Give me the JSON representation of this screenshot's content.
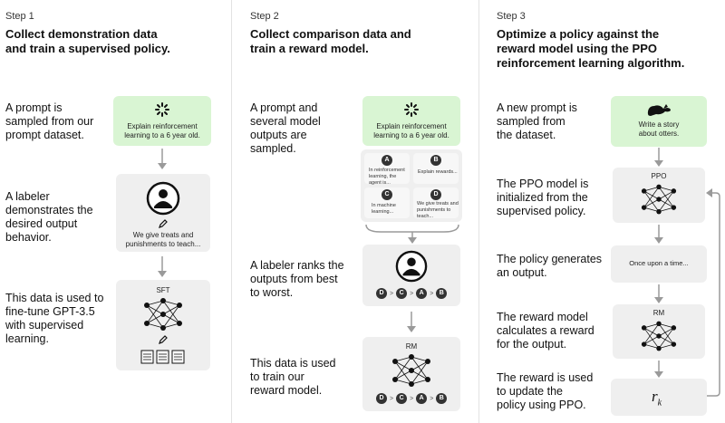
{
  "step1": {
    "label": "Step 1",
    "title": [
      "Collect demonstration data",
      "and train a supervised policy."
    ],
    "desc1": [
      "A prompt is",
      "sampled from our",
      "prompt dataset."
    ],
    "prompt": [
      "Explain reinforcement",
      "learning to a 6 year old."
    ],
    "desc2": [
      "A labeler",
      "demonstrates the",
      "desired output",
      "behavior."
    ],
    "demo_text": [
      "We give treats and",
      "punishments to teach..."
    ],
    "desc3": [
      "This data is used to",
      "fine-tune GPT-3.5",
      "with supervised",
      "learning."
    ],
    "model_label": "SFT"
  },
  "step2": {
    "label": "Step 2",
    "title": [
      "Collect comparison data and",
      "train a reward model."
    ],
    "desc1": [
      "A prompt and",
      "several model",
      "outputs are",
      "sampled."
    ],
    "prompt": [
      "Explain reinforcement",
      "learning to a 6 year old."
    ],
    "outputs": [
      {
        "letter": "A",
        "text": [
          "In reinforcement",
          "learning, the",
          "agent is..."
        ]
      },
      {
        "letter": "B",
        "text": [
          "Explain rewards..."
        ]
      },
      {
        "letter": "C",
        "text": [
          "In machine",
          "learning..."
        ]
      },
      {
        "letter": "D",
        "text": [
          "We give treats and",
          "punishments to",
          "teach..."
        ]
      }
    ],
    "desc2": [
      "A labeler ranks the",
      "outputs from best",
      "to worst."
    ],
    "ranking": [
      "D",
      "C",
      "A",
      "B"
    ],
    "desc3": [
      "This data is used",
      "to train our",
      "reward model."
    ],
    "model_label": "RM"
  },
  "step3": {
    "label": "Step 3",
    "title": [
      "Optimize a policy against the",
      "reward model using the PPO",
      "reinforcement learning algorithm."
    ],
    "desc1": [
      "A new prompt is",
      "sampled from",
      "the dataset."
    ],
    "prompt": [
      "Write a story",
      "about otters."
    ],
    "desc2": [
      "The PPO model is",
      "initialized from the",
      "supervised policy."
    ],
    "ppo_label": "PPO",
    "desc3": [
      "The policy generates",
      "an output."
    ],
    "output_text": "Once upon a time...",
    "desc4": [
      "The reward model",
      "calculates a reward",
      "for the output."
    ],
    "rm_label": "RM",
    "desc5": [
      "The reward is used",
      "to update the",
      "policy using PPO."
    ],
    "reward_symbol": "r",
    "reward_subscript": "k"
  },
  "colors": {
    "prompt_card": "#d9f5d3",
    "card": "#efefef",
    "arrow": "#9a9a9a",
    "node": "#111111"
  }
}
